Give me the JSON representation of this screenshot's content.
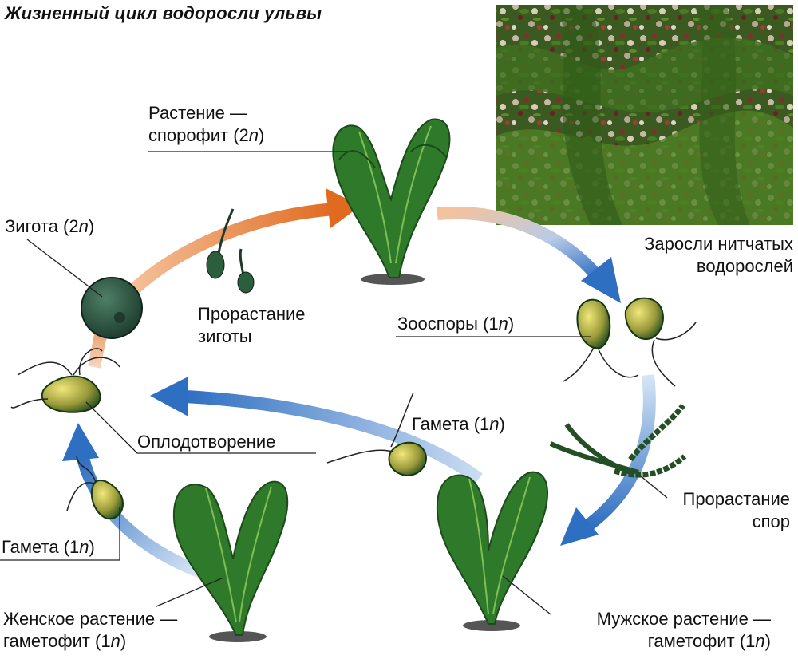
{
  "title": "Жизненный цикл водоросли ульвы",
  "labels": {
    "sporophyte_1": "Растение —",
    "sporophyte_2": "спорофит (2",
    "sporophyte_n": "n",
    "sporophyte_3": ")",
    "zygote": "Зигота (2",
    "zygote_n": "n",
    "zygote_end": ")",
    "zygote_germ_1": "Прорастание",
    "zygote_germ_2": "зиготы",
    "thickets_1": "Заросли нитчатых",
    "thickets_2": "водорослей",
    "zoospores": "Зооспоры (1",
    "zoospores_n": "n",
    "zoospores_end": ")",
    "gamete_right": "Гамета (1",
    "gamete_right_n": "n",
    "gamete_right_end": ")",
    "fertilization": "Оплодотворение",
    "spore_germ_1": "Прорастание",
    "spore_germ_2": "спор",
    "gamete_left": "Гамета (1",
    "gamete_left_n": "n",
    "gamete_left_end": ")",
    "female_1": "Женское растение —",
    "female_2": "гаметофит (1",
    "female_n": "n",
    "female_end": ")",
    "male_1": "Мужское растение —",
    "male_2": "гаметофит (1",
    "male_n": "n",
    "male_end": ")"
  },
  "colors": {
    "arrow_orange": "#e06a1f",
    "arrow_light_orange": "#f5b38a",
    "arrow_blue": "#2f6fc1",
    "arrow_light_blue": "#a9c8ec",
    "algae_green": "#2f7a2a",
    "algae_dark": "#1c4a1a",
    "cell_yellow": "#e7d85a"
  }
}
